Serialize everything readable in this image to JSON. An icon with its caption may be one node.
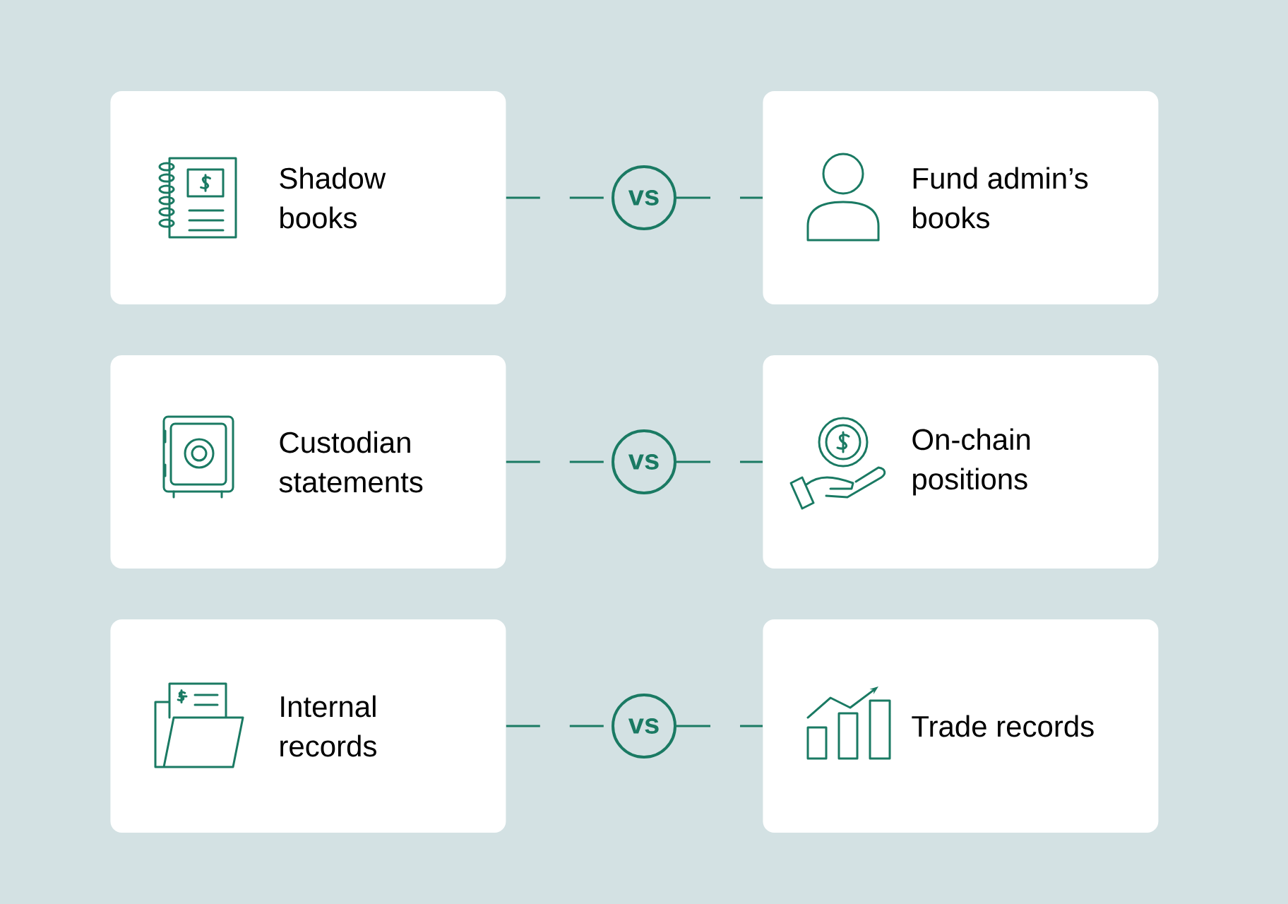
{
  "diagram": {
    "nodes": [
      {
        "text": [
          "Shadow books"
        ]
      },
      {
        "text": [
          "vs"
        ]
      },
      {
        "text": [
          "Fund admin’s books"
        ]
      },
      {
        "text": [
          "Custodian statements"
        ]
      },
      {
        "text": [
          "vs"
        ]
      },
      {
        "text": [
          "On-chain positions"
        ]
      },
      {
        "text": [
          "Internal records"
        ]
      },
      {
        "text": [
          "vs"
        ]
      },
      {
        "text": [
          "Trade records"
        ]
      }
    ],
    "edges": [
      {
        "from": 0,
        "to": 1,
        "arrow": "none",
        "style": "dashed"
      },
      {
        "from": 1,
        "to": 2,
        "arrow": "none",
        "style": "dashed"
      },
      {
        "from": 3,
        "to": 4,
        "arrow": "none",
        "style": "dashed"
      },
      {
        "from": 4,
        "to": 5,
        "arrow": "none",
        "style": "dashed"
      },
      {
        "from": 6,
        "to": 7,
        "arrow": "none",
        "style": "dashed"
      },
      {
        "from": 7,
        "to": 8,
        "arrow": "none",
        "style": "dashed"
      }
    ]
  }
}
